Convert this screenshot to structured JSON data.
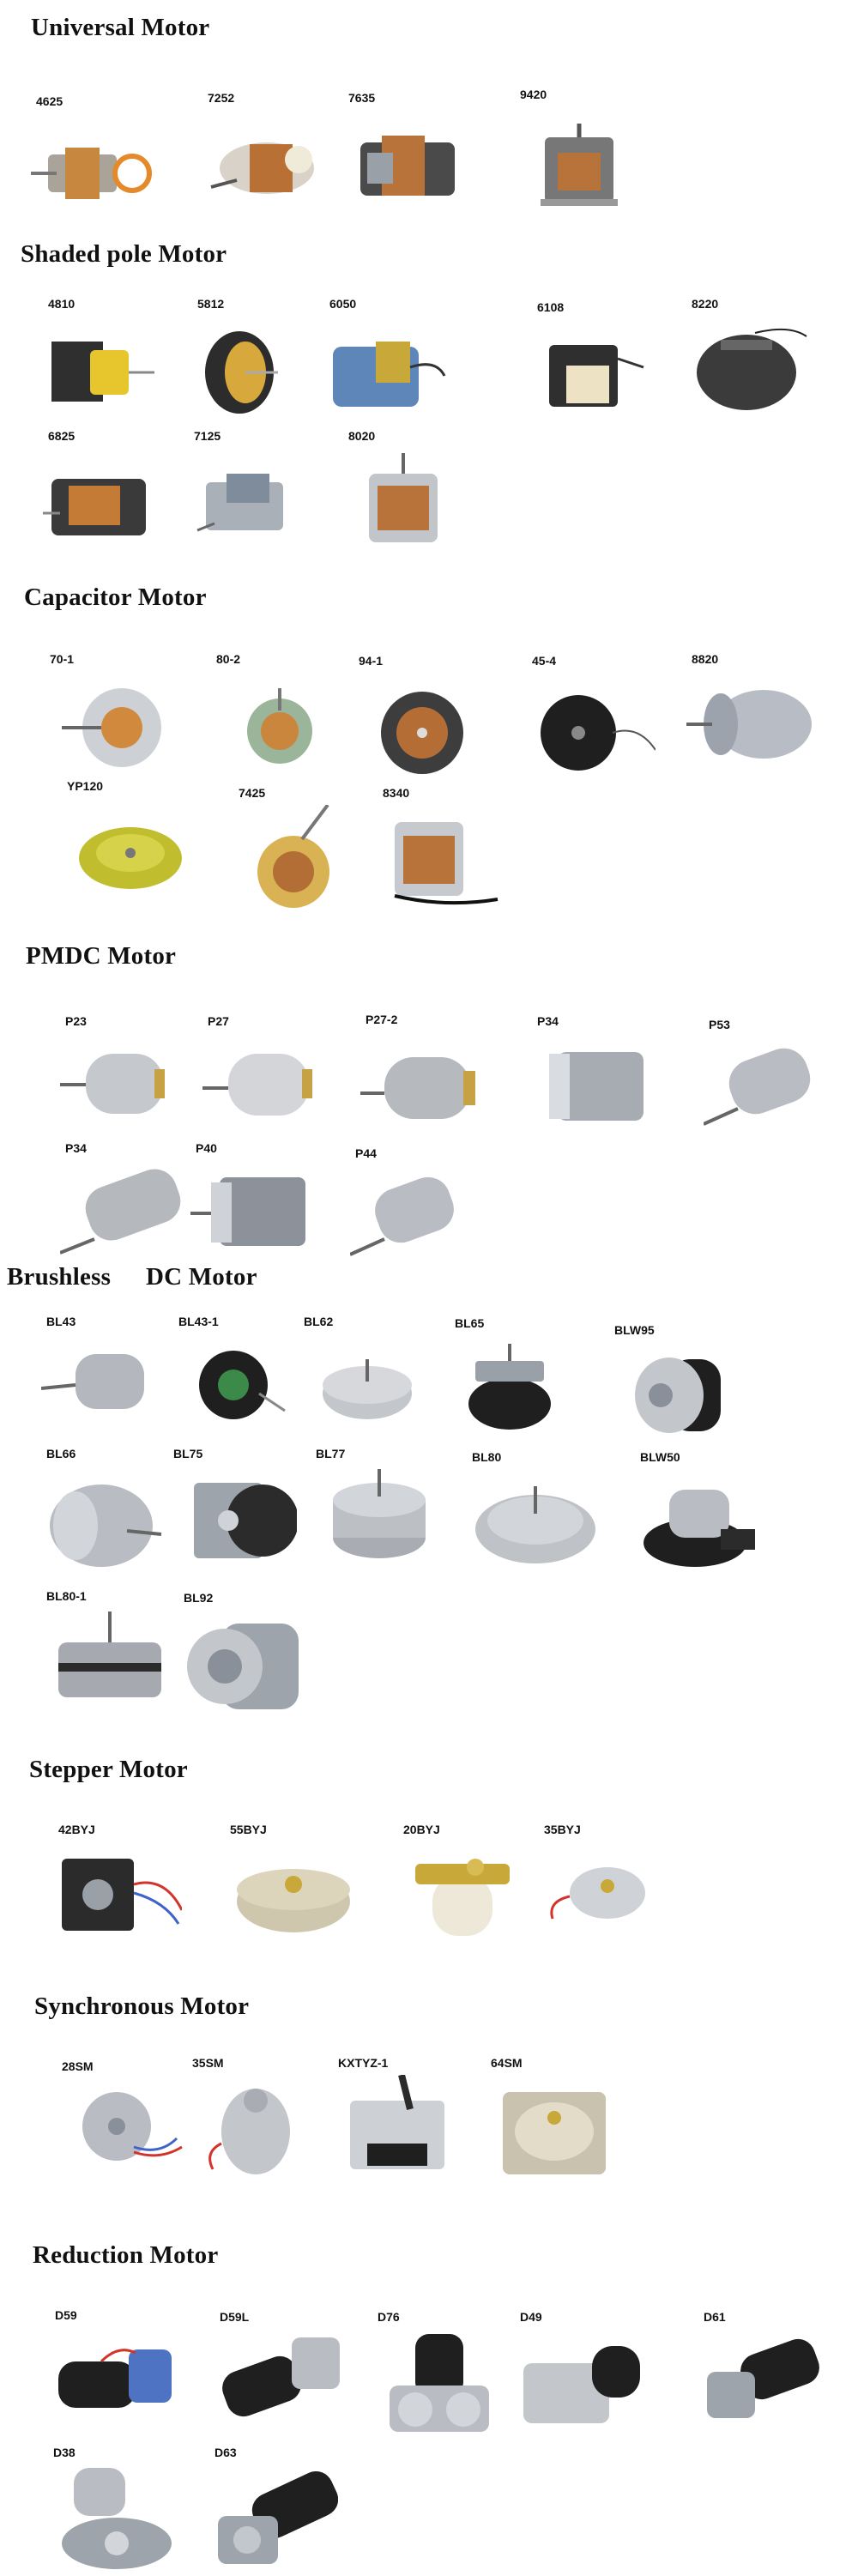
{
  "sections": [
    {
      "title": "Universal Motor",
      "items": [
        "4625",
        "7252",
        "7635",
        "9420"
      ]
    },
    {
      "title": "Shaded pole Motor",
      "items": [
        "4810",
        "5812",
        "6050",
        "6108",
        "8220",
        "6825",
        "7125",
        "8020"
      ]
    },
    {
      "title": "Capacitor Motor",
      "items": [
        "70-1",
        "80-2",
        "94-1",
        "45-4",
        "8820",
        "YP120",
        "7425",
        "8340"
      ]
    },
    {
      "title": "PMDC Motor",
      "items": [
        "P23",
        "P27",
        "P27-2",
        "P34",
        "P53",
        "P34",
        "P40",
        "P44"
      ]
    },
    {
      "title": "Brushless",
      "title2": "DC Motor",
      "items": [
        "BL43",
        "BL43-1",
        "BL62",
        "BL65",
        "BLW95",
        "BL66",
        "BL75",
        "BL77",
        "BL80",
        "BLW50",
        "BL80-1",
        "BL92"
      ]
    },
    {
      "title": "Stepper Motor",
      "items": [
        "42BYJ",
        "55BYJ",
        "20BYJ",
        "35BYJ"
      ]
    },
    {
      "title": "Synchronous Motor",
      "items": [
        "28SM",
        "35SM",
        "KXTYZ-1",
        "64SM"
      ]
    },
    {
      "title": "Reduction Motor",
      "items": [
        "D59",
        "D59L",
        "D76",
        "D49",
        "D61",
        "D38",
        "D63"
      ]
    }
  ],
  "colors": {
    "metal": "#b9bcc2",
    "dark": "#2b2b2b",
    "copper": "#b8733a",
    "gold": "#c9a83a",
    "wire_red": "#d2342c",
    "wire_blue": "#3f63c9"
  }
}
